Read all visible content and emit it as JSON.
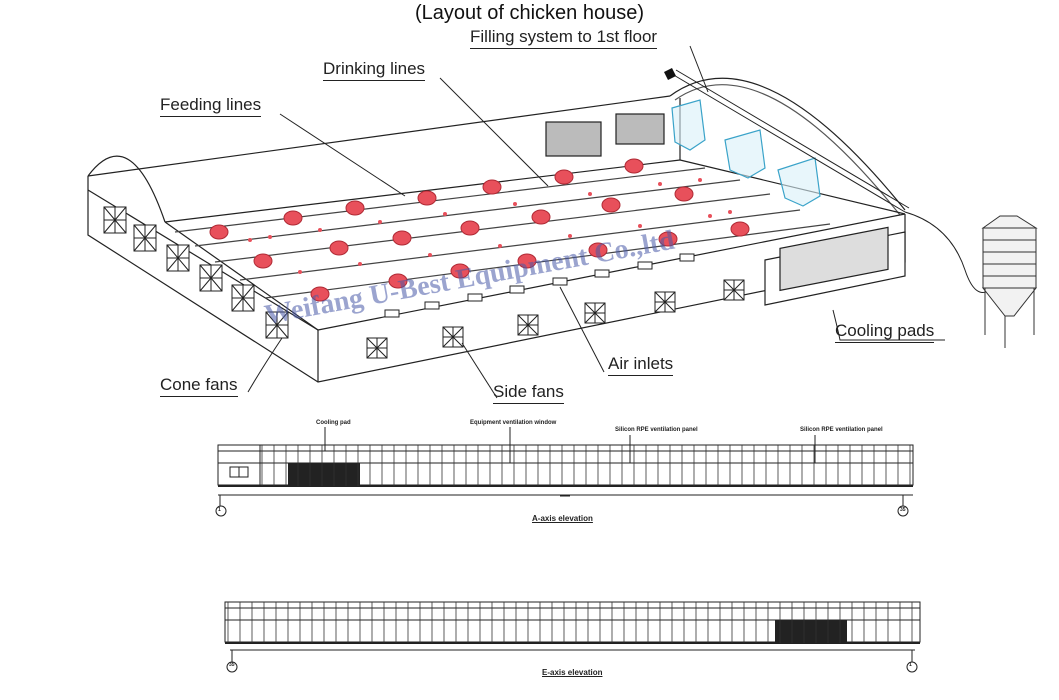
{
  "header": {
    "title": "(Layout of chicken house)"
  },
  "labels": {
    "filling_system": "Filling system to 1st floor",
    "drinking_lines": "Drinking lines",
    "feeding_lines": "Feeding lines",
    "cooling_pads": "Cooling pads",
    "air_inlets": "Air inlets",
    "side_fans": "Side fans",
    "cone_fans": "Cone fans"
  },
  "watermark": "Weifang U-Best Equipment Co.,ltd",
  "elevations": {
    "a_axis": {
      "caption": "A-axis elevation",
      "callouts": [
        "Cooling pad",
        "Equipment ventilation window",
        "Silicon RPE ventilation panel",
        "Silicon RPE ventilation panel"
      ],
      "grid_left": "1",
      "grid_right": "35"
    },
    "e_axis": {
      "caption": "E-axis elevation",
      "grid_left": "35",
      "grid_right": "1"
    }
  }
}
